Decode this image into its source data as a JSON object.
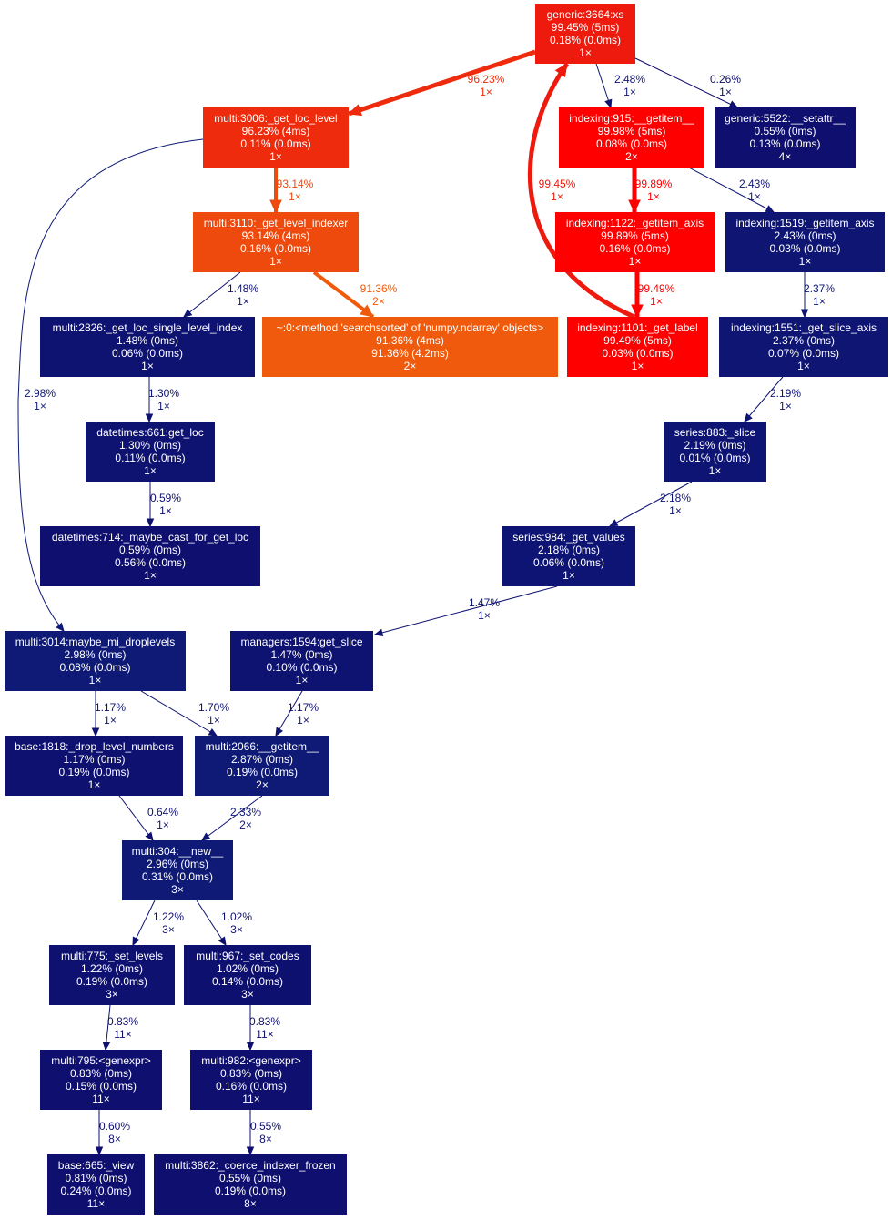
{
  "nodes": [
    {
      "id": "n1",
      "lines": [
        "generic:3664:xs",
        "99.45% (5ms)",
        "0.18% (0.0ms)",
        "1×"
      ],
      "color": "#ee1a0d"
    },
    {
      "id": "n2",
      "lines": [
        "multi:3006:_get_loc_level",
        "96.23% (4ms)",
        "0.11% (0.0ms)",
        "1×"
      ],
      "color": "#ee2c0d"
    },
    {
      "id": "n3",
      "lines": [
        "indexing:915:__getitem__",
        "99.98% (5ms)",
        "0.08% (0.0ms)",
        "2×"
      ],
      "color": "#ff0000"
    },
    {
      "id": "n4",
      "lines": [
        "generic:5522:__setattr__",
        "0.55% (0ms)",
        "0.13% (0.0ms)",
        "4×"
      ],
      "color": "#0e0f6e"
    },
    {
      "id": "n5",
      "lines": [
        "multi:3110:_get_level_indexer",
        "93.14% (4ms)",
        "0.16% (0.0ms)",
        "1×"
      ],
      "color": "#ee4a0d"
    },
    {
      "id": "n6",
      "lines": [
        "indexing:1122:_getitem_axis",
        "99.89% (5ms)",
        "0.16% (0.0ms)",
        "1×"
      ],
      "color": "#ff0000"
    },
    {
      "id": "n7",
      "lines": [
        "indexing:1519:_getitem_axis",
        "2.43% (0ms)",
        "0.03% (0.0ms)",
        "1×"
      ],
      "color": "#0e1573"
    },
    {
      "id": "n8",
      "lines": [
        "multi:2826:_get_loc_single_level_index",
        "1.48% (0ms)",
        "0.06% (0.0ms)",
        "1×"
      ],
      "color": "#0e1270"
    },
    {
      "id": "n9",
      "lines": [
        "~:0:<method 'searchsorted' of 'numpy.ndarray' objects>",
        "91.36% (4ms)",
        "91.36% (4.2ms)",
        "2×"
      ],
      "color": "#f05a0c"
    },
    {
      "id": "n10",
      "lines": [
        "indexing:1101:_get_label",
        "99.49% (5ms)",
        "0.03% (0.0ms)",
        "1×"
      ],
      "color": "#ff0000"
    },
    {
      "id": "n11",
      "lines": [
        "indexing:1551:_get_slice_axis",
        "2.37% (0ms)",
        "0.07% (0.0ms)",
        "1×"
      ],
      "color": "#0e1573"
    },
    {
      "id": "n12",
      "lines": [
        "datetimes:661:get_loc",
        "1.30% (0ms)",
        "0.11% (0.0ms)",
        "1×"
      ],
      "color": "#0e1270"
    },
    {
      "id": "n13",
      "lines": [
        "series:883:_slice",
        "2.19% (0ms)",
        "0.01% (0.0ms)",
        "1×"
      ],
      "color": "#0e1473"
    },
    {
      "id": "n14",
      "lines": [
        "datetimes:714:_maybe_cast_for_get_loc",
        "0.59% (0ms)",
        "0.56% (0.0ms)",
        "1×"
      ],
      "color": "#0e0f6e"
    },
    {
      "id": "n15",
      "lines": [
        "series:984:_get_values",
        "2.18% (0ms)",
        "0.06% (0.0ms)",
        "1×"
      ],
      "color": "#0e1473"
    },
    {
      "id": "n16",
      "lines": [
        "multi:3014:maybe_mi_droplevels",
        "2.98% (0ms)",
        "0.08% (0.0ms)",
        "1×"
      ],
      "color": "#0e1a76"
    },
    {
      "id": "n17",
      "lines": [
        "managers:1594:get_slice",
        "1.47% (0ms)",
        "0.10% (0.0ms)",
        "1×"
      ],
      "color": "#0e1270"
    },
    {
      "id": "n18",
      "lines": [
        "base:1818:_drop_level_numbers",
        "1.17% (0ms)",
        "0.19% (0.0ms)",
        "1×"
      ],
      "color": "#0e1170"
    },
    {
      "id": "n19",
      "lines": [
        "multi:2066:__getitem__",
        "2.87% (0ms)",
        "0.19% (0.0ms)",
        "2×"
      ],
      "color": "#0e1a76"
    },
    {
      "id": "n20",
      "lines": [
        "multi:304:__new__",
        "2.96% (0ms)",
        "0.31% (0.0ms)",
        "3×"
      ],
      "color": "#0e1a76"
    },
    {
      "id": "n21",
      "lines": [
        "multi:775:_set_levels",
        "1.22% (0ms)",
        "0.19% (0.0ms)",
        "3×"
      ],
      "color": "#0e1170"
    },
    {
      "id": "n22",
      "lines": [
        "multi:967:_set_codes",
        "1.02% (0ms)",
        "0.14% (0.0ms)",
        "3×"
      ],
      "color": "#0e106f"
    },
    {
      "id": "n23",
      "lines": [
        "multi:795:<genexpr>",
        "0.83% (0ms)",
        "0.15% (0.0ms)",
        "11×"
      ],
      "color": "#0e0f6e"
    },
    {
      "id": "n24",
      "lines": [
        "multi:982:<genexpr>",
        "0.83% (0ms)",
        "0.16% (0.0ms)",
        "11×"
      ],
      "color": "#0e0f6e"
    },
    {
      "id": "n25",
      "lines": [
        "base:665:_view",
        "0.81% (0ms)",
        "0.24% (0.0ms)",
        "11×"
      ],
      "color": "#0e0f6e"
    },
    {
      "id": "n26",
      "lines": [
        "multi:3862:_coerce_indexer_frozen",
        "0.55% (0ms)",
        "0.19% (0.0ms)",
        "8×"
      ],
      "color": "#0e0f6e"
    }
  ],
  "edges": [
    {
      "id": "e1",
      "pct": "96.23%",
      "calls": "1×",
      "color": "#ee2c0d"
    },
    {
      "id": "e2",
      "pct": "2.48%",
      "calls": "1×",
      "color": "#0e1573"
    },
    {
      "id": "e3",
      "pct": "0.26%",
      "calls": "1×",
      "color": "#0d0d6b"
    },
    {
      "id": "e4",
      "pct": "93.14%",
      "calls": "1×",
      "color": "#ee4a0d"
    },
    {
      "id": "e5",
      "pct": "99.89%",
      "calls": "1×",
      "color": "#ff0000"
    },
    {
      "id": "e6",
      "pct": "2.43%",
      "calls": "1×",
      "color": "#0e1573"
    },
    {
      "id": "e7",
      "pct": "99.45%",
      "calls": "1×",
      "color": "#ee1a0d"
    },
    {
      "id": "e8",
      "pct": "1.48%",
      "calls": "1×",
      "color": "#0e1270"
    },
    {
      "id": "e9",
      "pct": "91.36%",
      "calls": "2×",
      "color": "#f05a0c"
    },
    {
      "id": "e10",
      "pct": "99.49%",
      "calls": "1×",
      "color": "#ff0000"
    },
    {
      "id": "e11",
      "pct": "2.37%",
      "calls": "1×",
      "color": "#0e1573"
    },
    {
      "id": "e12",
      "pct": "2.98%",
      "calls": "1×",
      "color": "#0e1a76"
    },
    {
      "id": "e13",
      "pct": "1.30%",
      "calls": "1×",
      "color": "#0e1270"
    },
    {
      "id": "e14",
      "pct": "2.19%",
      "calls": "1×",
      "color": "#0e1473"
    },
    {
      "id": "e15",
      "pct": "0.59%",
      "calls": "1×",
      "color": "#0e0f6e"
    },
    {
      "id": "e16",
      "pct": "2.18%",
      "calls": "1×",
      "color": "#0e1473"
    },
    {
      "id": "e17",
      "pct": "1.47%",
      "calls": "1×",
      "color": "#0e1270"
    },
    {
      "id": "e18",
      "pct": "1.17%",
      "calls": "1×",
      "color": "#0e1170"
    },
    {
      "id": "e19",
      "pct": "1.70%",
      "calls": "1×",
      "color": "#0e1270"
    },
    {
      "id": "e20",
      "pct": "1.17%",
      "calls": "1×",
      "color": "#0e1170"
    },
    {
      "id": "e21",
      "pct": "0.64%",
      "calls": "1×",
      "color": "#0e0f6e"
    },
    {
      "id": "e22",
      "pct": "2.33%",
      "calls": "2×",
      "color": "#0e1573"
    },
    {
      "id": "e23",
      "pct": "1.22%",
      "calls": "3×",
      "color": "#0e1170"
    },
    {
      "id": "e24",
      "pct": "1.02%",
      "calls": "3×",
      "color": "#0e106f"
    },
    {
      "id": "e25",
      "pct": "0.83%",
      "calls": "11×",
      "color": "#0e0f6e"
    },
    {
      "id": "e26",
      "pct": "0.83%",
      "calls": "11×",
      "color": "#0e0f6e"
    },
    {
      "id": "e27",
      "pct": "0.60%",
      "calls": "8×",
      "color": "#0e0f6e"
    },
    {
      "id": "e28",
      "pct": "0.55%",
      "calls": "8×",
      "color": "#0e0f6e"
    }
  ]
}
